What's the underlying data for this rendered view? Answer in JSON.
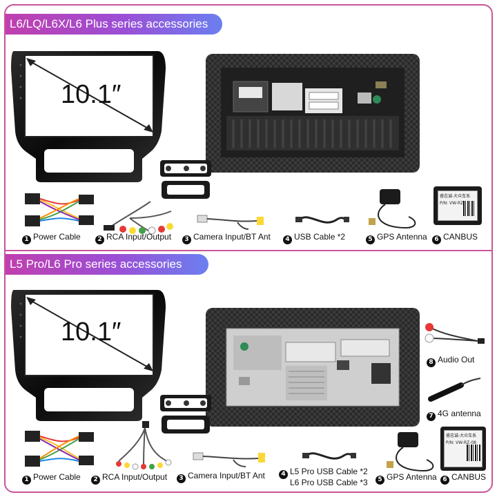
{
  "sections": [
    {
      "banner": "L6/LQ/L6X/L6 Plus series accessories",
      "screen_size": "10.1″",
      "items": [
        {
          "num": "1",
          "label": "Power Cable",
          "icon": "power-cable"
        },
        {
          "num": "2",
          "label": "RCA Input/Output",
          "icon": "rca-cable"
        },
        {
          "num": "3",
          "label": "Camera Input/BT Ant",
          "icon": "camera-cable"
        },
        {
          "num": "4",
          "label": "USB Cable *2",
          "icon": "usb-cable"
        },
        {
          "num": "5",
          "label": "GPS Antenna",
          "icon": "gps-antenna"
        },
        {
          "num": "6",
          "label": "CANBUS",
          "icon": "canbus-box"
        }
      ],
      "canbus_sticker": {
        "title": "睿志诚-大众车系",
        "model": "P/N: VW-RZ-08"
      }
    },
    {
      "banner": "L5 Pro/L6 Pro series accessories",
      "screen_size": "10.1″",
      "items": [
        {
          "num": "1",
          "label": "Power Cable",
          "icon": "power-cable"
        },
        {
          "num": "2",
          "label": "RCA Input/Output",
          "icon": "rca-cable"
        },
        {
          "num": "3",
          "label": "Camera Input/BT Ant",
          "icon": "camera-cable"
        },
        {
          "num": "4",
          "label": "L5 Pro USB Cable *2",
          "label2": "L6 Pro USB Cable *3",
          "icon": "usb-cable"
        },
        {
          "num": "5",
          "label": "GPS Antenna",
          "icon": "gps-antenna"
        },
        {
          "num": "6",
          "label": "CANBUS",
          "icon": "canbus-box"
        },
        {
          "num": "7",
          "label": "4G antenna",
          "icon": "4g-antenna"
        },
        {
          "num": "8",
          "label": "Audio Out",
          "icon": "audio-out-cable"
        }
      ],
      "canbus_sticker": {
        "title": "睿志诚-大众车系",
        "model": "P/N: VW-RZ-08"
      }
    }
  ],
  "colors": {
    "border": "#c9549a",
    "banner_start": "#c03fae",
    "banner_end": "#6b7ff0",
    "frame_black": "#111111",
    "carbon": "#3a3a3a"
  }
}
